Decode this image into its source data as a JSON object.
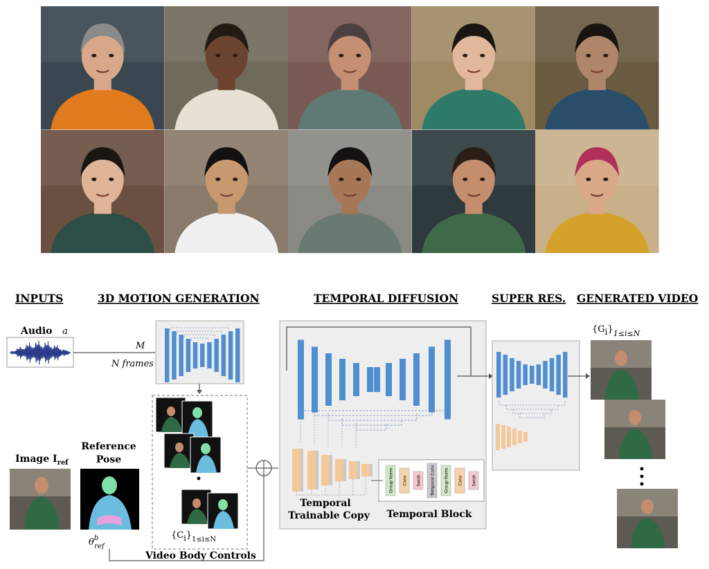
{
  "portraits": [
    {
      "shirt": "#e27a1e",
      "bg": "#3a4650",
      "hair": "#8a8a8a",
      "skin": "#d9a88a"
    },
    {
      "shirt": "#e8e0d2",
      "bg": "#6f6a5a",
      "hair": "#241a14",
      "skin": "#6b4430"
    },
    {
      "shirt": "#5f7a74",
      "bg": "#7a5a54",
      "hair": "#4a4040",
      "skin": "#c48f72"
    },
    {
      "shirt": "#2e7a6a",
      "bg": "#a08a64",
      "hair": "#1a1412",
      "skin": "#e2b89c"
    },
    {
      "shirt": "#2a4e6a",
      "bg": "#6a5a40",
      "hair": "#1a1410",
      "skin": "#b0866a"
    },
    {
      "shirt": "#2c4e46",
      "bg": "#6a5040",
      "hair": "#1a1614",
      "skin": "#e0b496"
    },
    {
      "shirt": "#f0f0f0",
      "bg": "#8a7a6a",
      "hair": "#141010",
      "skin": "#c8986e"
    },
    {
      "shirt": "#6a7a70",
      "bg": "#8a8a84",
      "hair": "#141210",
      "skin": "#a67858"
    },
    {
      "shirt": "#3e6a4a",
      "bg": "#2e3a3e",
      "hair": "#2a1e16",
      "skin": "#c48e6e"
    },
    {
      "shirt": "#d4a22a",
      "bg": "#c8b08a",
      "hair": "#b0305a",
      "skin": "#d8a888"
    }
  ],
  "headers": {
    "inputs": "INPUTS",
    "motion": "3D MOTION GENERATION",
    "temporal": "TEMPORAL DIFFUSION",
    "super": "SUPER RES.",
    "generated": "GENERATED VIDEO"
  },
  "labels": {
    "audio": "Audio",
    "audio_sym": "a",
    "motion_sym": "M",
    "nframes": "N frames",
    "image": "Image I",
    "image_sub": "ref",
    "ref_pose_1": "Reference",
    "ref_pose_2": "Pose",
    "theta": "θ",
    "theta_sup": "b",
    "theta_sub": "ref",
    "controls_set": "{C",
    "controls_sub": "i",
    "controls_range": "1≤i≤N",
    "controls_caption": "Video Body Controls",
    "generated_set": "{G",
    "generated_sub": "i",
    "generated_range": "1≤i≤N",
    "copy_1": "Temporal",
    "copy_2": "Trainable Copy",
    "temporal_block": "Temporal Block",
    "ellipsis": "• • •"
  },
  "temporal_block_layers": [
    "Group Norm",
    "Conv",
    "Swish",
    "Temporal Conv",
    "Group Norm",
    "Conv",
    "Swish"
  ],
  "colors": {
    "unet_blue": "#4f8fd1",
    "copy_orange": "#f3c99a",
    "panel_bg": "#eeeeee",
    "arrow": "#555555"
  }
}
